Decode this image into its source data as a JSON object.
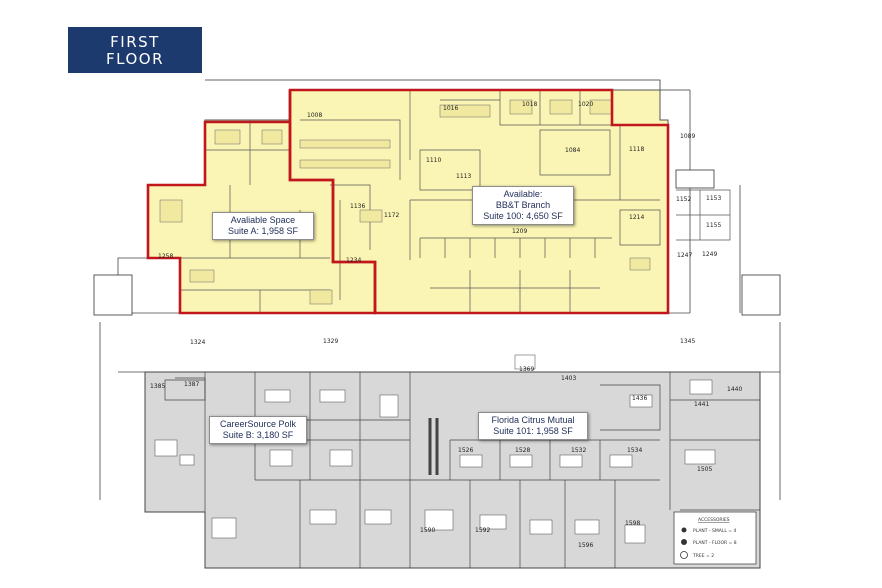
{
  "title": {
    "line1": "FIRST",
    "line2": "FLOOR"
  },
  "suites": {
    "suite_a": {
      "line1": "Avaliable Space",
      "line2": "Suite A: 1,958 SF"
    },
    "suite_100": {
      "line1": "Available:",
      "line2": "BB&T Branch",
      "line3": "Suite 100: 4,650 SF"
    },
    "suite_b": {
      "line1": "CareerSource Polk",
      "line2": "Suite B: 3,180 SF"
    },
    "suite_101": {
      "line1": "Florida Citrus Mutual",
      "line2": "Suite 101: 1,958 SF"
    }
  },
  "rooms": {
    "r1008": "1008",
    "r1016": "1016",
    "r1018": "1018",
    "r1020": "1020",
    "r1118": "1118",
    "r1110": "1110",
    "r1113": "1113",
    "r1084": "1084",
    "r1089": "1089",
    "r1152": "1152",
    "r1153": "1153",
    "r1155": "1155",
    "r1214": "1214",
    "r1209": "1209",
    "r1172": "1172",
    "r1136": "1136",
    "r1234": "1234",
    "r1258": "1258",
    "r1247": "1247",
    "r1249": "1249",
    "r1324": "1324",
    "r1329": "1329",
    "r1345": "1345",
    "r1369": "1369",
    "r1403": "1403",
    "r1385": "1385",
    "r1387": "1387",
    "r1436": "1436",
    "r1441": "1441",
    "r1440": "1440",
    "r1526": "1526",
    "r1528": "1528",
    "r1532": "1532",
    "r1534": "1534",
    "r1505": "1505",
    "r1590": "1590",
    "r1592": "1592",
    "r1596": "1596",
    "r1598": "1598"
  },
  "legend": {
    "title": "ACCESSORIES",
    "items": [
      "PLANT - SMALL = 4",
      "PLANT - FLOOR = 8",
      "TREE = 2"
    ]
  },
  "colors": {
    "title_bg": "#1d3a6e",
    "available_fill": "#faf5b4",
    "occupied_fill": "#d8d8d8",
    "highlight_border": "#c0161c"
  }
}
